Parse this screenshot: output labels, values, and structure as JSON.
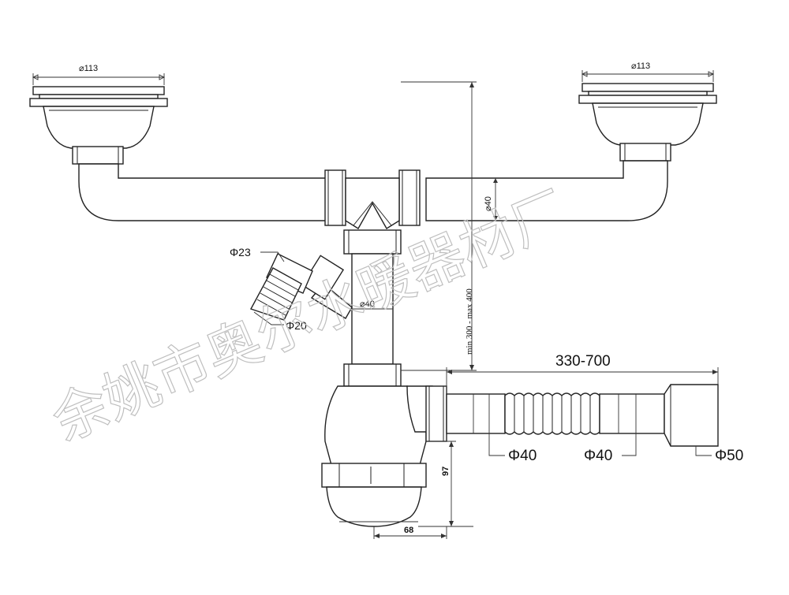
{
  "dimensions": {
    "strainer_left_diameter": "⌀113",
    "strainer_right_diameter": "⌀113",
    "pipe_diameter_vertical": "⌀40",
    "height_range": "min 300 - max 400",
    "side_inlet_outer": "Φ23",
    "side_inlet_inner": "Φ20",
    "riser_diameter": "⌀40",
    "hose_length": "330-700",
    "hose_inlet": "Φ40",
    "hose_mid": "Φ40",
    "hose_outlet": "Φ50",
    "trap_height": "97",
    "trap_offset": "68"
  },
  "watermark": "余姚市奥尔水暖器材厂",
  "colors": {
    "line": "#222222",
    "watermark": "#bfbfbf",
    "background": "#ffffff"
  }
}
